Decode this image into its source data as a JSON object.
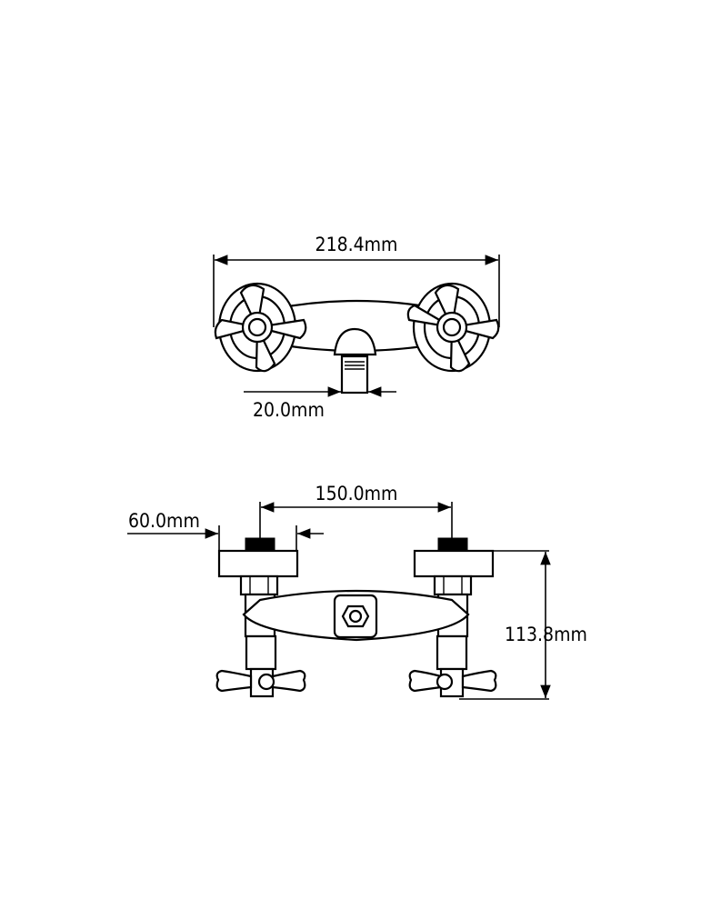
{
  "dimensions": {
    "overall_width": "218.4mm",
    "outlet_width": "20.0mm",
    "center_distance": "150.0mm",
    "inlet_depth": "60.0mm",
    "height": "113.8mm"
  },
  "colors": {
    "line": "#000000",
    "background": "#ffffff"
  }
}
